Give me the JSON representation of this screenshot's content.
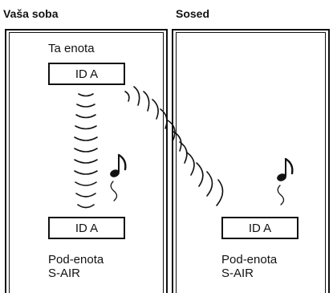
{
  "rooms": {
    "left_title": "Vaša soba",
    "right_title": "Sosed"
  },
  "main_unit": {
    "label": "Ta enota",
    "id": "ID A"
  },
  "left_subunit": {
    "id": "ID A",
    "name_line1": "Pod-enota",
    "name_line2": "S-AIR"
  },
  "right_subunit": {
    "id": "ID A",
    "name_line1": "Pod-enota",
    "name_line2": "S-AIR"
  },
  "icons": [
    "music-note-icon",
    "music-note-icon",
    "radio-waves-icon"
  ]
}
